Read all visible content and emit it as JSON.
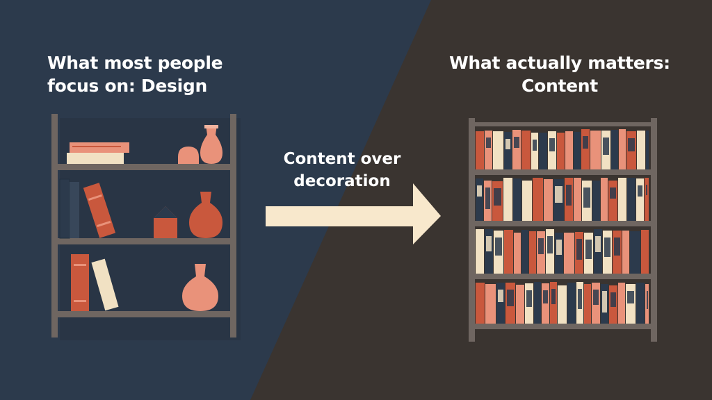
{
  "left_panel": {
    "heading_line1": "What most people",
    "heading_line2": "focus on: Design"
  },
  "right_panel": {
    "heading_line1": "What actually matters:",
    "heading_line2": "Content"
  },
  "arrow_caption": {
    "line1": "Content over",
    "line2": "decoration"
  },
  "colors": {
    "left_background": "#2c3a4c",
    "right_background": "#3a3430",
    "shelf": "#6f6661",
    "terracotta": "#c9583d",
    "salmon": "#e9927a",
    "cream": "#f1e1c3",
    "navy": "#2c3a4c",
    "arrow": "#f8e8cc"
  }
}
